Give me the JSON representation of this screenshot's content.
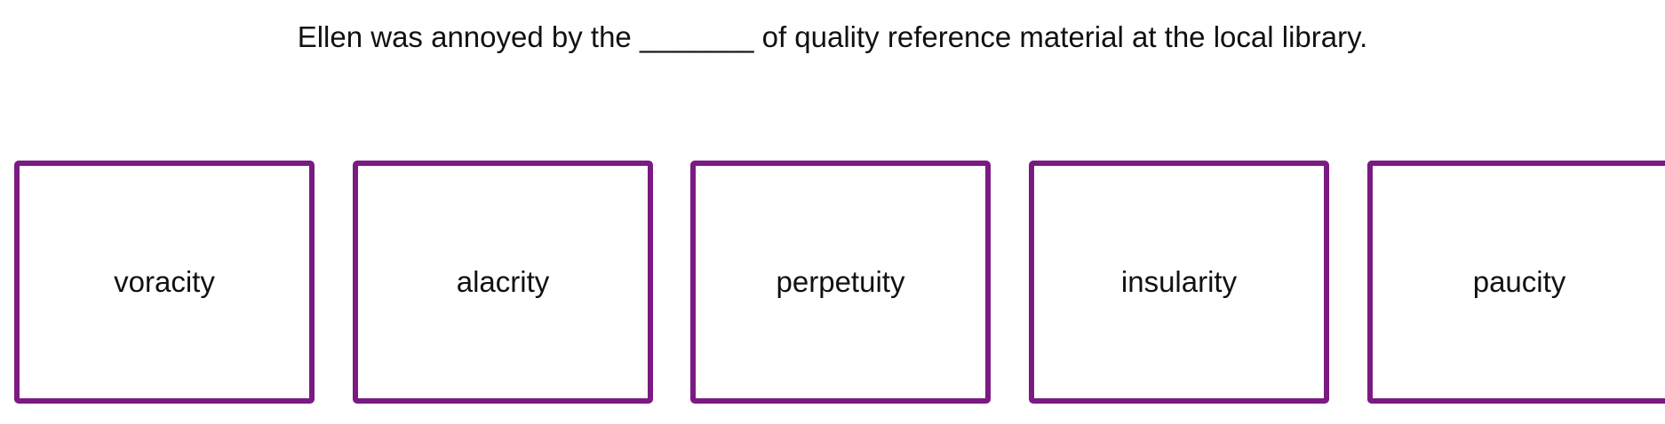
{
  "question": {
    "before_blank": "Ellen was annoyed by the ",
    "blank": "_______",
    "after_blank": " of quality reference material at the local library."
  },
  "choices": [
    {
      "label": "voracity"
    },
    {
      "label": "alacrity"
    },
    {
      "label": "perpetuity"
    },
    {
      "label": "insularity"
    },
    {
      "label": "paucity"
    }
  ],
  "colors": {
    "border": "#7b1a82",
    "text": "#111111",
    "background": "#ffffff"
  }
}
